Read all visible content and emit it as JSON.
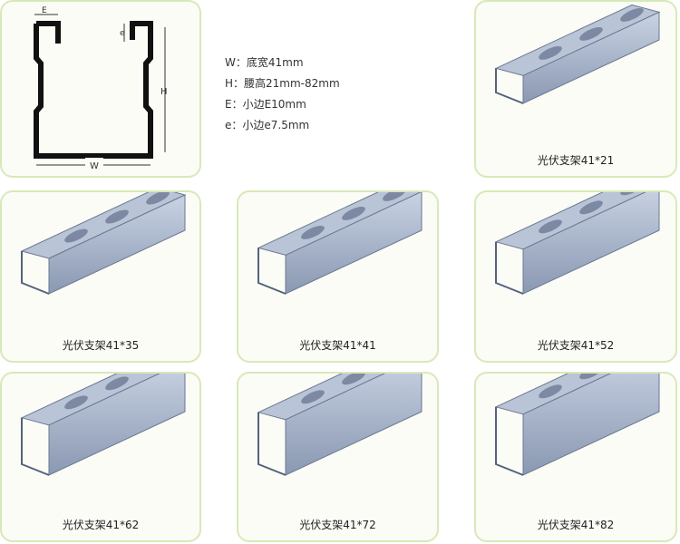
{
  "diagram": {
    "labels": {
      "E": "E",
      "e": "e",
      "H": "H",
      "W": "W"
    }
  },
  "specs": [
    "W：底宽41mm",
    "H：腰高21mm-82mm",
    "E：小边E10mm",
    "e：小边e7.5mm"
  ],
  "products": [
    {
      "label": "光伏支架41*21",
      "height_mm": 21
    },
    {
      "label": "光伏支架41*35",
      "height_mm": 35
    },
    {
      "label": "光伏支架41*41",
      "height_mm": 41
    },
    {
      "label": "光伏支架41*52",
      "height_mm": 52
    },
    {
      "label": "光伏支架41*62",
      "height_mm": 62
    },
    {
      "label": "光伏支架41*72",
      "height_mm": 72
    },
    {
      "label": "光伏支架41*82",
      "height_mm": 82
    }
  ]
}
